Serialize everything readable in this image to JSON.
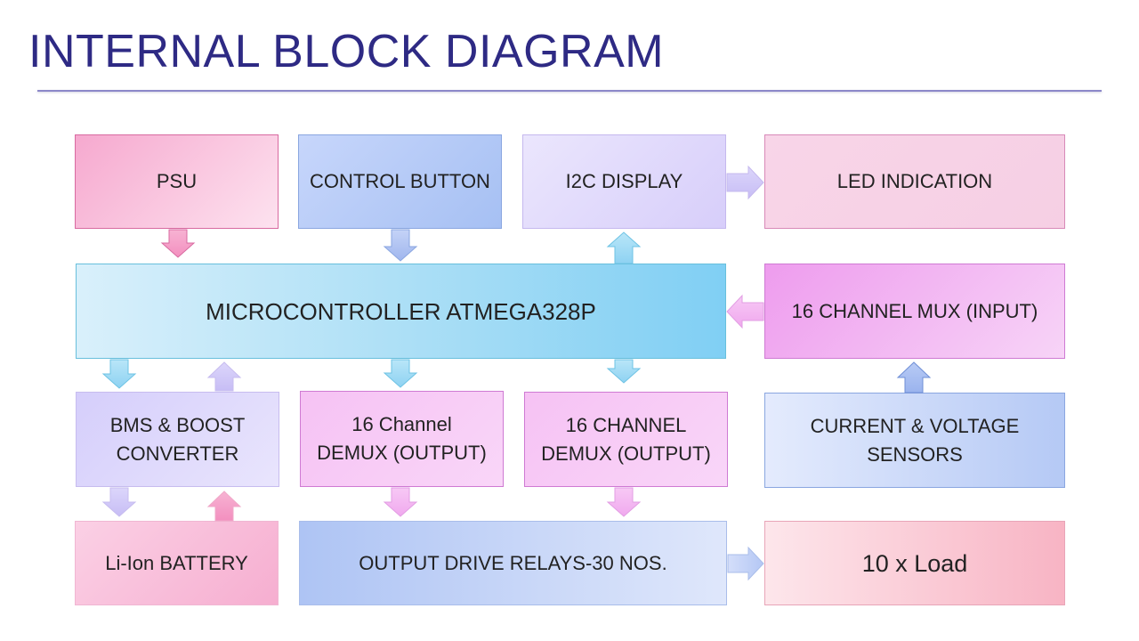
{
  "title": "INTERNAL BLOCK DIAGRAM",
  "blocks": {
    "psu": "PSU",
    "control_button": "CONTROL BUTTON",
    "i2c_display": "I2C DISPLAY",
    "led_indication": "LED INDICATION",
    "microcontroller": "MICROCONTROLLER ATMEGA328P",
    "mux": "16 CHANNEL MUX (INPUT)",
    "bms": "BMS & BOOST\nCONVERTER",
    "demux1": "16 Channel\nDEMUX (OUTPUT)",
    "demux2": "16 CHANNEL\nDEMUX (OUTPUT)",
    "sensors": "CURRENT & VOLTAGE\nSENSORS",
    "battery": "Li-Ion BATTERY",
    "relays": "OUTPUT DRIVE RELAYS-30 NOS.",
    "load": "10 x Load"
  },
  "colors": {
    "title": "#2e2a84",
    "rule": "#8c88c9"
  }
}
